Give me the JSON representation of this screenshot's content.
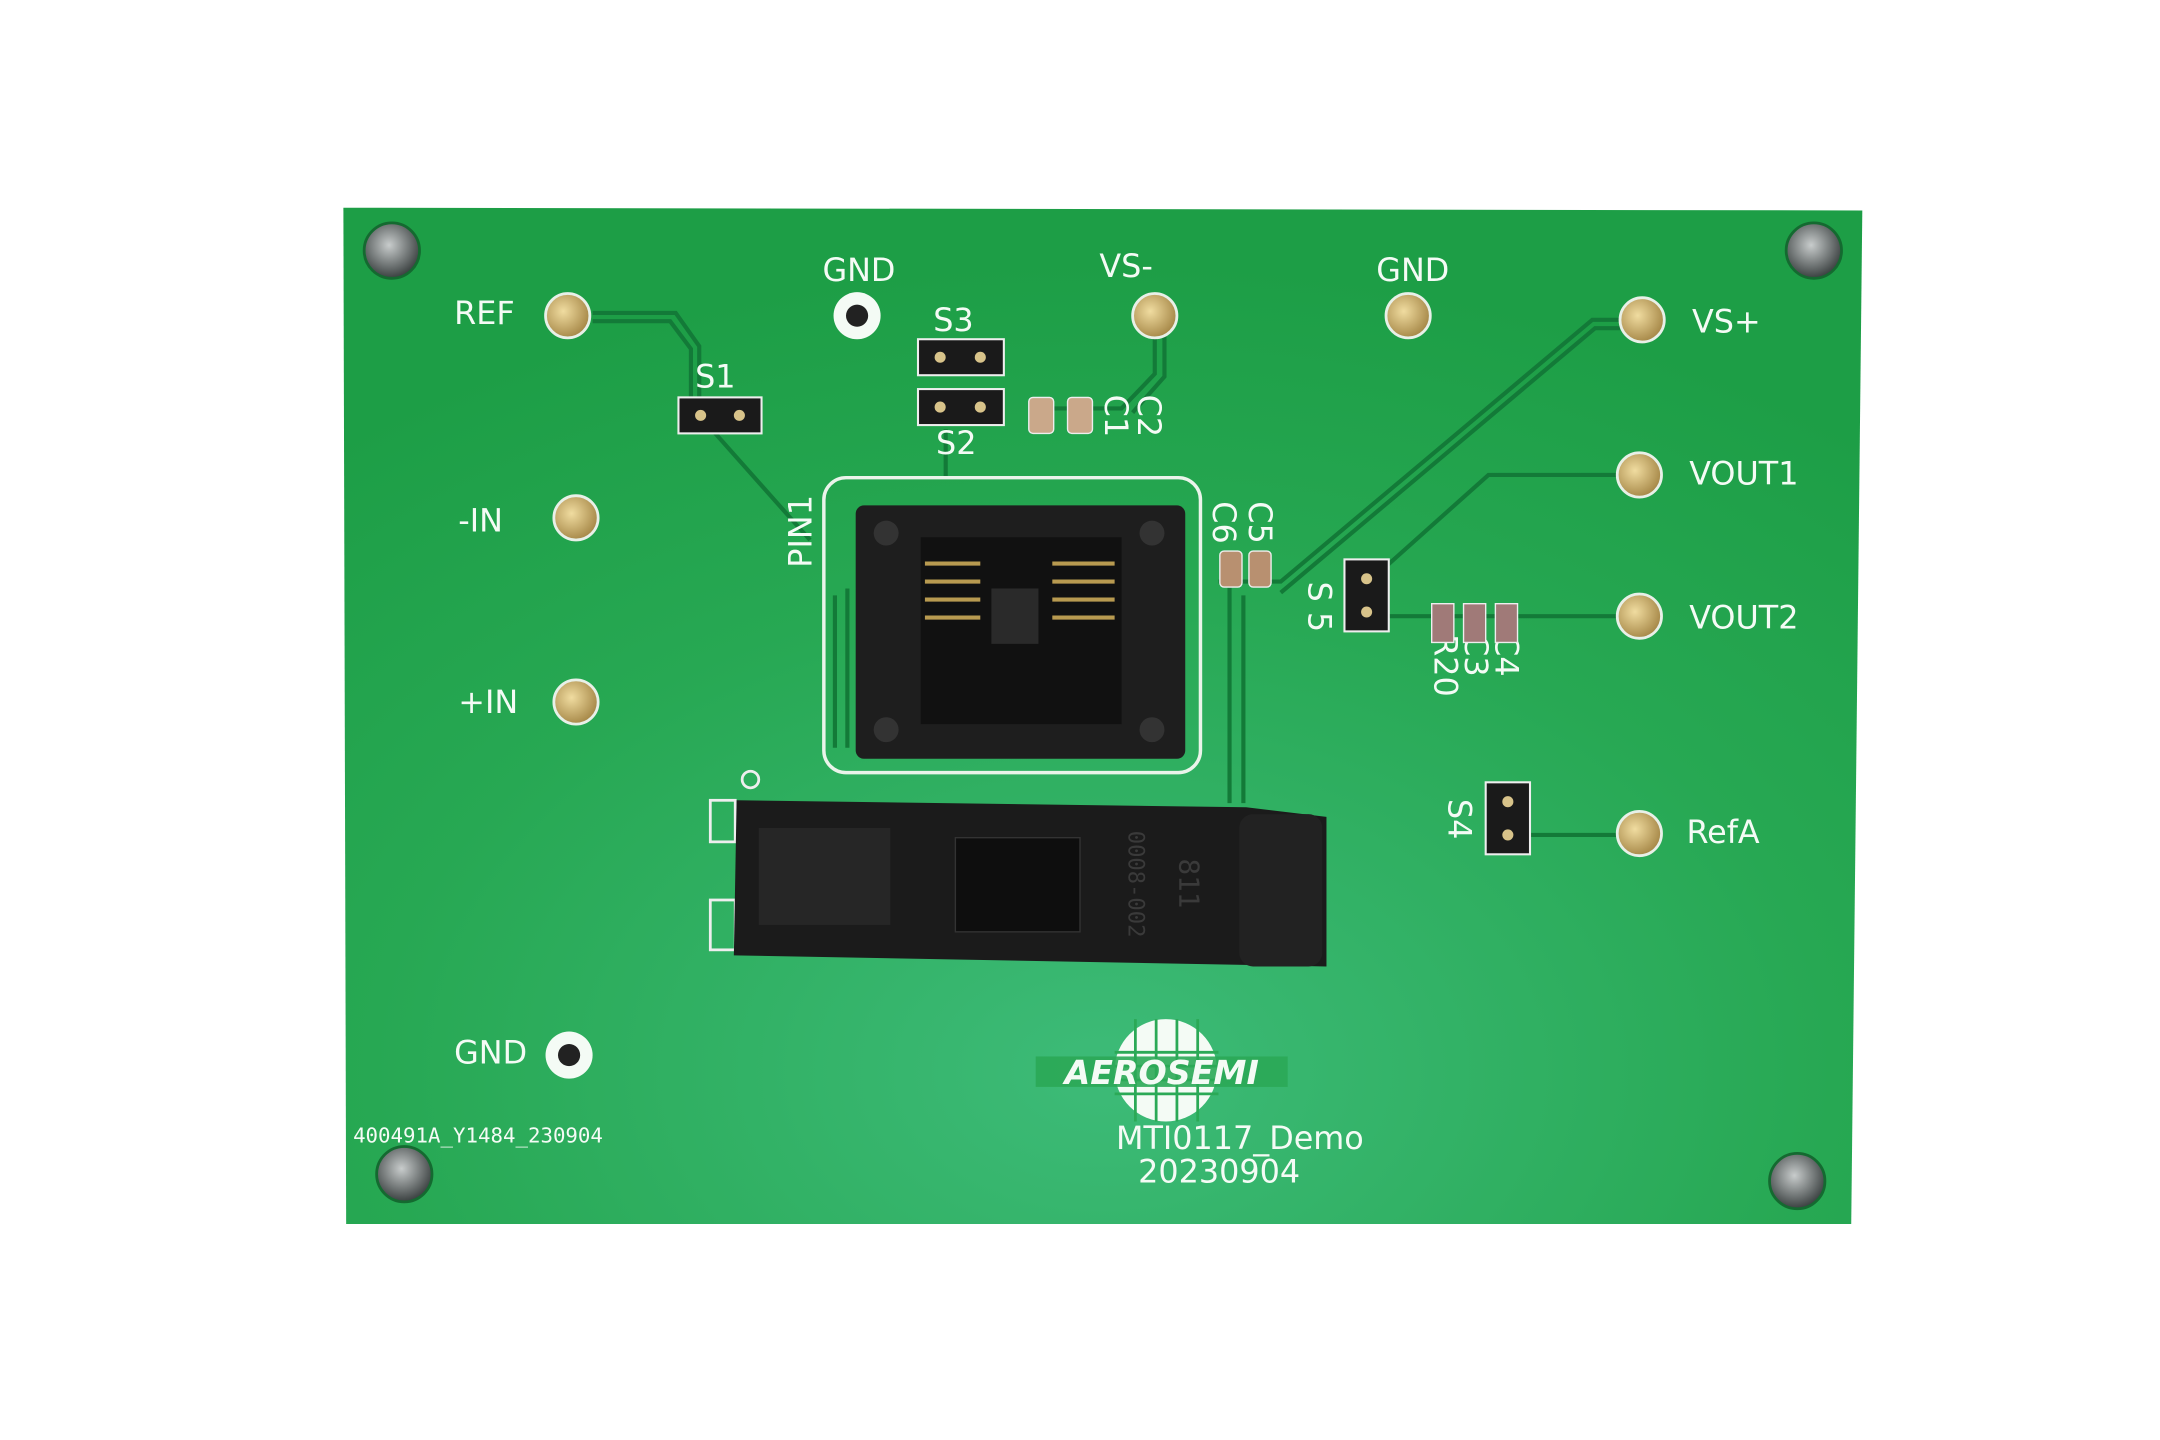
{
  "board": {
    "colors": {
      "solder_mask": "#22a44e",
      "silkscreen": "#f4fbf5",
      "socket": "#1c1c1c",
      "gold": "#c9a866"
    },
    "labels": {
      "ref": "REF",
      "gnd_top_left": "GND",
      "vs_minus": "VS-",
      "gnd_top_right": "GND",
      "vs_plus": "VS+",
      "vout1": "VOUT1",
      "vout2": "VOUT2",
      "refa": "RefA",
      "minus_in": "-IN",
      "plus_in": "+IN",
      "gnd_bottom": "GND",
      "s1": "S1",
      "s2": "S2",
      "s3": "S3",
      "s4": "S4",
      "s5": "S 5",
      "c1": "C1",
      "c2": "C2",
      "c3": "C3",
      "c4": "C4",
      "c5": "C5",
      "c6": "C6",
      "r20": "R20",
      "pin1": "PIN1"
    },
    "part_code": "400491A_Y1484_230904",
    "logo_text": "AEROSEMI",
    "board_name": "MTI0117_Demo",
    "board_date": "20230904",
    "socket_marking": "811",
    "socket_part": "0008-002"
  }
}
